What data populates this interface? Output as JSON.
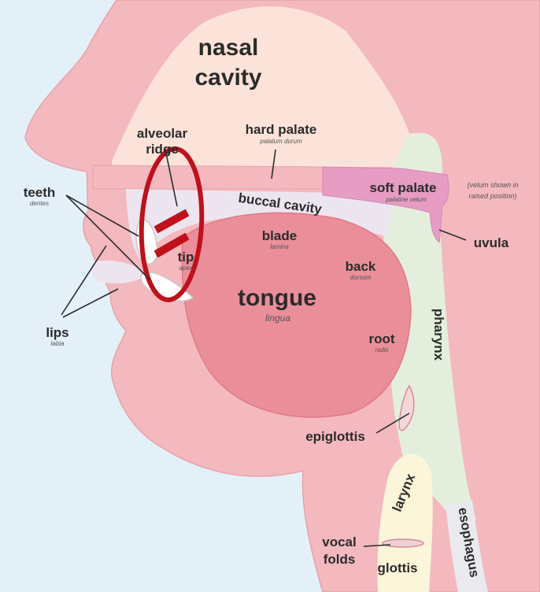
{
  "labels": {
    "nasal_cavity_1": "nasal",
    "nasal_cavity_2": "cavity",
    "hard_palate": "hard palate",
    "hard_palate_latin": "palatum durum",
    "alveolar_1": "alveolar",
    "alveolar_2": "ridge",
    "teeth": "teeth",
    "teeth_latin": "dentes",
    "soft_palate": "soft palate",
    "soft_palate_latin": "palatine velum",
    "velum_note_1": "(velum shown in",
    "velum_note_2": "raised position)",
    "buccal_cavity": "buccal cavity",
    "uvula": "uvula",
    "blade": "blade",
    "blade_latin": "lamina",
    "tip": "tip",
    "tip_latin": "apex",
    "back": "back",
    "back_latin": "dorsum",
    "tongue": "tongue",
    "tongue_latin": "lingua",
    "lips": "lips",
    "lips_latin": "labia",
    "root": "root",
    "root_latin": "radix",
    "pharynx": "pharynx",
    "epiglottis": "epiglottis",
    "larynx": "larynx",
    "esophagus": "esophagus",
    "vocal_1": "vocal",
    "vocal_2": "folds",
    "glottis": "glottis"
  },
  "colors": {
    "background": "#e3f0f8",
    "skin": "#f3b9bf",
    "nasal": "#fce3d9",
    "soft_palate": "#e79cc4",
    "buccal": "#ece5f0",
    "tongue": "#ea8f9a",
    "pharynx": "#e3efdc",
    "larynx": "#fbf6da",
    "esophagus": "#eaeaee",
    "teeth": "#ffffff",
    "highlight": "#c0101c"
  }
}
